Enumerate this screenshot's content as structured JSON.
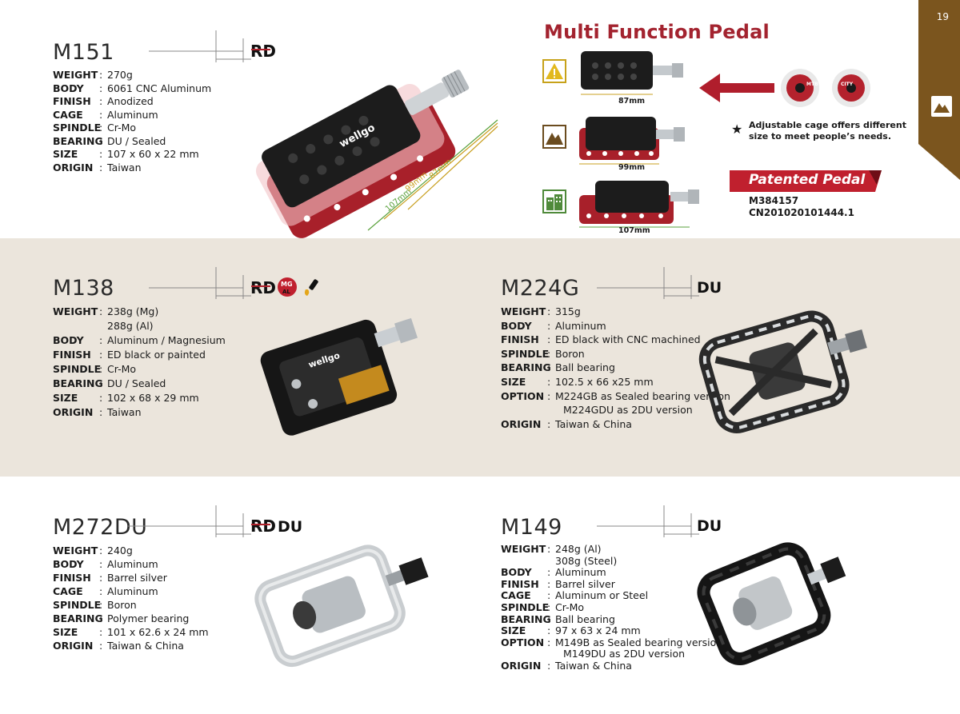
{
  "page_number": "19",
  "accent_colors": {
    "brand_red": "#a3232f",
    "tab_brown": "#7b551e",
    "mid_band": "#ebe5dc",
    "dim_line_green": "#5aa13c",
    "dim_line_gold": "#c9a022"
  },
  "products": {
    "m151": {
      "model": "M151",
      "specs": [
        {
          "label": "WEIGHT",
          "values": [
            "270g"
          ]
        },
        {
          "label": "BODY",
          "values": [
            "6061 CNC Aluminum"
          ]
        },
        {
          "label": "FINISH",
          "values": [
            "Anodized"
          ]
        },
        {
          "label": "CAGE",
          "values": [
            "Aluminum"
          ]
        },
        {
          "label": "SPINDLE",
          "values": [
            "Cr-Mo"
          ]
        },
        {
          "label": "BEARING",
          "values": [
            "DU / Sealed"
          ]
        },
        {
          "label": "SIZE",
          "values": [
            "107 x 60 x 22 mm"
          ]
        },
        {
          "label": "ORIGIN",
          "values": [
            "Taiwan"
          ]
        }
      ],
      "photo_labels": {
        "brand": "wellgo",
        "dims": [
          "87mm",
          "99mm",
          "107mm"
        ]
      }
    },
    "m138": {
      "model": "M138",
      "specs": [
        {
          "label": "WEIGHT",
          "values": [
            "238g (Mg)",
            "288g (Al)"
          ]
        },
        {
          "label": "BODY",
          "values": [
            "Aluminum / Magnesium"
          ]
        },
        {
          "label": "FINISH",
          "values": [
            "ED black or painted"
          ]
        },
        {
          "label": "SPINDLE",
          "values": [
            "Cr-Mo"
          ]
        },
        {
          "label": "BEARING",
          "values": [
            "DU / Sealed"
          ]
        },
        {
          "label": "SIZE",
          "values": [
            "102 x 68 x 29 mm"
          ]
        },
        {
          "label": "ORIGIN",
          "values": [
            "Taiwan"
          ]
        }
      ],
      "photo_labels": {
        "brand": "wellgo"
      }
    },
    "m224g": {
      "model": "M224G",
      "specs": [
        {
          "label": "WEIGHT",
          "values": [
            "315g"
          ]
        },
        {
          "label": "BODY",
          "values": [
            "Aluminum"
          ]
        },
        {
          "label": "FINISH",
          "values": [
            "ED black with CNC machined"
          ]
        },
        {
          "label": "SPINDLE",
          "values": [
            "Boron"
          ]
        },
        {
          "label": "BEARING",
          "values": [
            "Ball bearing"
          ]
        },
        {
          "label": "SIZE",
          "values": [
            "102.5 x 66 x25 mm"
          ]
        },
        {
          "label": "OPTION",
          "values": [
            "M224GB as Sealed bearing version",
            "M224GDU as 2DU version"
          ]
        },
        {
          "label": "ORIGIN",
          "values": [
            "Taiwan & China"
          ]
        }
      ]
    },
    "m272du": {
      "model": "M272DU",
      "specs": [
        {
          "label": "WEIGHT",
          "values": [
            "240g"
          ]
        },
        {
          "label": "BODY",
          "values": [
            "Aluminum"
          ]
        },
        {
          "label": "FINISH",
          "values": [
            "Barrel silver"
          ]
        },
        {
          "label": "CAGE",
          "values": [
            "Aluminum"
          ]
        },
        {
          "label": "SPINDLE",
          "values": [
            "Boron"
          ]
        },
        {
          "label": "BEARING",
          "values": [
            "Polymer bearing"
          ]
        },
        {
          "label": "SIZE",
          "values": [
            "101 x 62.6 x 24 mm"
          ]
        },
        {
          "label": "ORIGIN",
          "values": [
            "Taiwan & China"
          ]
        }
      ]
    },
    "m149": {
      "model": "M149",
      "specs": [
        {
          "label": "WEIGHT",
          "values": [
            "248g (Al)",
            "308g (Steel)"
          ]
        },
        {
          "label": "BODY",
          "values": [
            "Aluminum"
          ]
        },
        {
          "label": "FINISH",
          "values": [
            "Barrel silver"
          ]
        },
        {
          "label": "CAGE",
          "values": [
            "Aluminum or Steel"
          ]
        },
        {
          "label": "SPINDLE",
          "values": [
            "Cr-Mo"
          ]
        },
        {
          "label": "BEARING",
          "values": [
            "Ball bearing"
          ]
        },
        {
          "label": "SIZE",
          "values": [
            "97 x 63 x 24 mm"
          ]
        },
        {
          "label": "OPTION",
          "values": [
            "M149B as Sealed bearing version",
            "M149DU as 2DU version"
          ]
        },
        {
          "label": "ORIGIN",
          "values": [
            "Taiwan & China"
          ]
        }
      ]
    }
  },
  "badges": {
    "rd": "RD",
    "du": "DU",
    "mg_al": {
      "top": "MG",
      "bottom": "AL"
    }
  },
  "multi_function": {
    "title": "Multi Function Pedal",
    "configs": [
      {
        "icon": "warning-icon",
        "dim": "87mm"
      },
      {
        "icon": "mountain-icon",
        "dim": "99mm"
      },
      {
        "icon": "city-icon",
        "dim": "107mm"
      }
    ],
    "dial_labels": {
      "left": "MTB",
      "right": "CITY"
    },
    "note_lines": [
      "Adjustable cage offers different",
      "size to meet people’s needs."
    ],
    "patent_heading": "Patented Pedal",
    "patent_numbers": [
      "M384157",
      "CN201020101444.1"
    ]
  }
}
